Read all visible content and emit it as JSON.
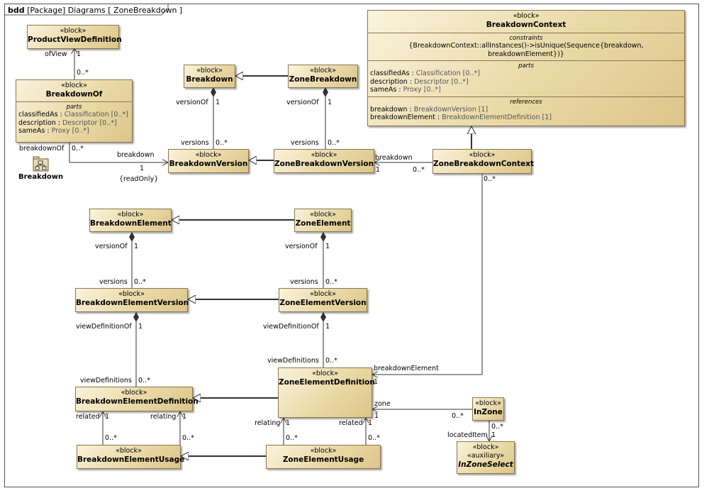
{
  "frame": {
    "kind": "bdd",
    "title": "[Package] Diagrams [ ZoneBreakdown ]"
  },
  "package_icon": {
    "icon": "package-diagram-icon",
    "name": "Breakdown"
  },
  "blocks": {
    "product_view_definition": {
      "stereotype": "«block»",
      "name": "ProductViewDefinition"
    },
    "breakdown_of": {
      "stereotype": "«block»",
      "name": "BreakdownOf",
      "parts_title": "parts",
      "parts": [
        {
          "name": "classifiedAs",
          "type": "Classification [0..*]"
        },
        {
          "name": "description",
          "type": "Descriptor [0..*]"
        },
        {
          "name": "sameAs",
          "type": "Proxy [0..*]"
        }
      ]
    },
    "breakdown": {
      "stereotype": "«block»",
      "name": "Breakdown"
    },
    "zone_breakdown": {
      "stereotype": "«block»",
      "name": "ZoneBreakdown"
    },
    "breakdown_version": {
      "stereotype": "«block»",
      "name": "BreakdownVersion"
    },
    "zone_breakdown_version": {
      "stereotype": "«block»",
      "name": "ZoneBreakdownVersion"
    },
    "zone_breakdown_context": {
      "stereotype": "«block»",
      "name": "ZoneBreakdownContext"
    },
    "breakdown_context": {
      "stereotype": "«block»",
      "name": "BreakdownContext",
      "constraints_title": "constraints",
      "constraint": "{BreakdownContext::allInstances()->isUnique(Sequence{breakdown, breakdownElement})}",
      "parts_title": "parts",
      "parts": [
        {
          "name": "classifiedAs",
          "type": "Classification [0..*]"
        },
        {
          "name": "description",
          "type": "Descriptor [0..*]"
        },
        {
          "name": "sameAs",
          "type": "Proxy [0..*]"
        }
      ],
      "references_title": "references",
      "references": [
        {
          "name": "breakdown",
          "type": "BreakdownVersion [1]"
        },
        {
          "name": "breakdownElement",
          "type": "BreakdownElementDefinition [1]"
        }
      ]
    },
    "breakdown_element": {
      "stereotype": "«block»",
      "name": "BreakdownElement"
    },
    "zone_element": {
      "stereotype": "«block»",
      "name": "ZoneElement"
    },
    "breakdown_element_version": {
      "stereotype": "«block»",
      "name": "BreakdownElementVersion"
    },
    "zone_element_version": {
      "stereotype": "«block»",
      "name": "ZoneElementVersion"
    },
    "breakdown_element_definition": {
      "stereotype": "«block»",
      "name": "BreakdownElementDefinition"
    },
    "zone_element_definition": {
      "stereotype": "«block»",
      "name": "ZoneElementDefinition"
    },
    "in_zone": {
      "stereotype": "«block»",
      "name": "InZone"
    },
    "in_zone_select": {
      "stereotype": "«block»",
      "stereotype2": "«auxiliary»",
      "name": "InZoneSelect"
    },
    "breakdown_element_usage": {
      "stereotype": "«block»",
      "name": "BreakdownElementUsage"
    },
    "zone_element_usage": {
      "stereotype": "«block»",
      "name": "ZoneElementUsage"
    }
  },
  "labels": {
    "ofView": "ofView",
    "one": "1",
    "many": "0..*",
    "versionOf": "versionOf",
    "versions": "versions",
    "breakdownOf": "breakdownOf",
    "breakdown": "breakdown",
    "readOnly": "{readOnly}",
    "viewDefinitionOf": "viewDefinitionOf",
    "viewDefinitions": "viewDefinitions",
    "breakdownElement": "breakdownElement",
    "zone": "zone",
    "locatedItem": "locatedItem",
    "related": "related",
    "relating": "relating"
  }
}
